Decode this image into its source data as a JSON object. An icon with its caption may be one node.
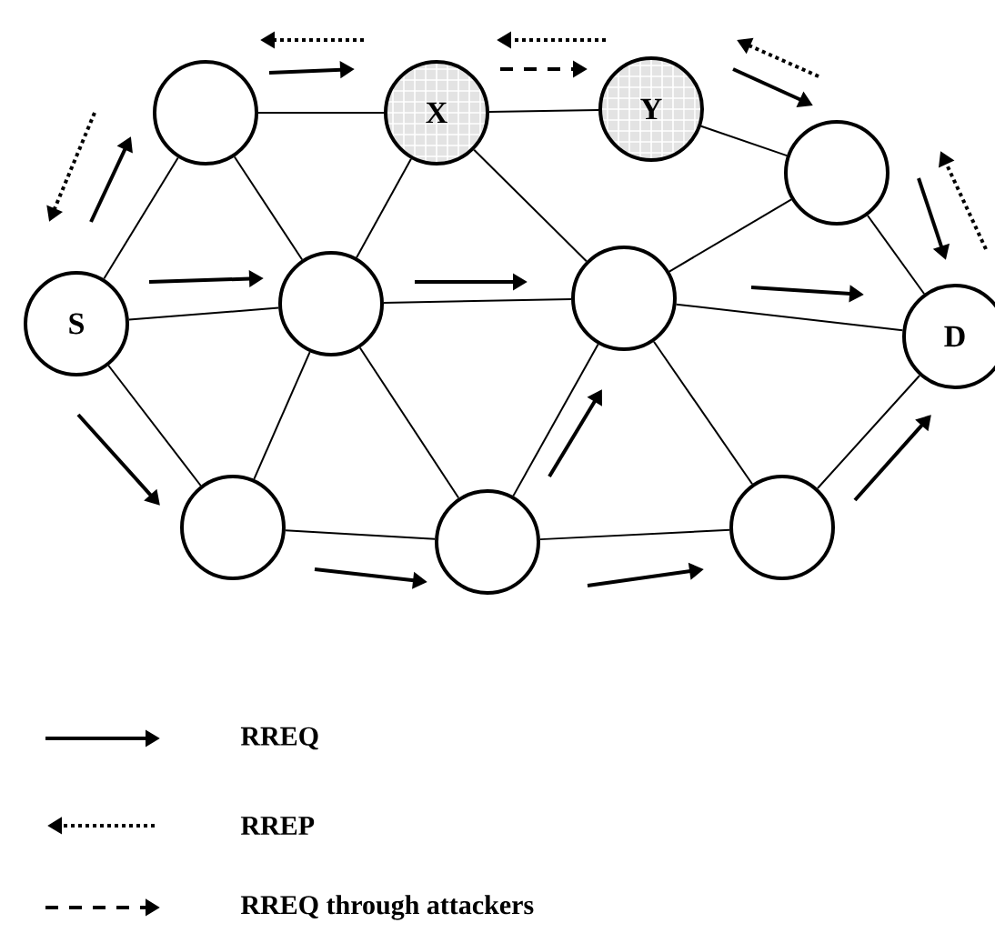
{
  "diagram": {
    "nodes": [
      {
        "text": [],
        "shape": "circle"
      },
      {
        "text": [
          "X"
        ]
      },
      {
        "text": [
          "Y"
        ]
      },
      {
        "text": [],
        "shape": "circle"
      },
      {
        "text": [
          "S"
        ]
      },
      {
        "text": [],
        "shape": "circle"
      },
      {
        "text": [],
        "shape": "circle"
      },
      {
        "text": [
          "D"
        ]
      },
      {
        "text": [],
        "shape": "circle"
      },
      {
        "text": [],
        "shape": "circle"
      },
      {
        "text": [],
        "shape": "circle"
      }
    ],
    "edges": [
      {
        "from": 4,
        "to": 0,
        "arrow": "none"
      },
      {
        "from": 4,
        "to": 5,
        "arrow": "none"
      },
      {
        "from": 4,
        "to": 8,
        "arrow": "none"
      },
      {
        "from": 0,
        "to": 1,
        "arrow": "none"
      },
      {
        "from": 0,
        "to": 5,
        "arrow": "none"
      },
      {
        "from": 1,
        "to": 2,
        "arrow": "none"
      },
      {
        "from": 1,
        "to": 5,
        "arrow": "none"
      },
      {
        "from": 1,
        "to": 6,
        "arrow": "none"
      },
      {
        "from": 2,
        "to": 3,
        "arrow": "none"
      },
      {
        "from": 3,
        "to": 6,
        "arrow": "none"
      },
      {
        "from": 3,
        "to": 7,
        "arrow": "none"
      },
      {
        "from": 5,
        "to": 6,
        "arrow": "none"
      },
      {
        "from": 6,
        "to": 7,
        "arrow": "none"
      },
      {
        "from": 5,
        "to": 8,
        "arrow": "none"
      },
      {
        "from": 5,
        "to": 9,
        "arrow": "none"
      },
      {
        "from": 8,
        "to": 9,
        "arrow": "none"
      },
      {
        "from": 9,
        "to": 6,
        "arrow": "none"
      },
      {
        "from": 6,
        "to": 10,
        "arrow": "none"
      },
      {
        "from": 9,
        "to": 10,
        "arrow": "none"
      },
      {
        "from": 10,
        "to": 7,
        "arrow": "none"
      }
    ],
    "legend": [
      {
        "text": "RREQ"
      },
      {
        "text": "RREP"
      },
      {
        "text": "RREQ through attackers"
      }
    ]
  }
}
